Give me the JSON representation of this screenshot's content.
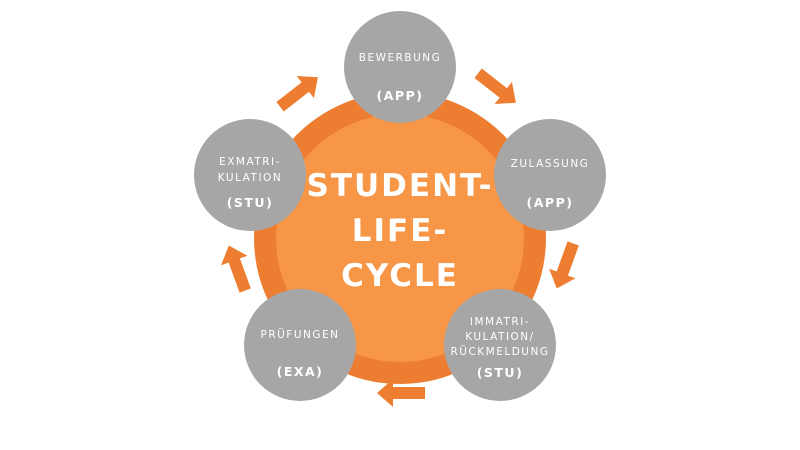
{
  "center": {
    "lines": [
      "STUDENT-",
      "LIFE-",
      "CYCLE"
    ]
  },
  "nodes": [
    {
      "id": "bewerbung",
      "label_lines": [
        "BEWERBUNG"
      ],
      "abbr": "(APP)"
    },
    {
      "id": "zulassung",
      "label_lines": [
        "ZULASSUNG"
      ],
      "abbr": "(APP)"
    },
    {
      "id": "immatrikulation",
      "label_lines": [
        "IMMATRI-",
        "KULATION/",
        "RÜCKMELDUNG"
      ],
      "abbr": "(STU)"
    },
    {
      "id": "pruefungen",
      "label_lines": [
        "PRÜFUNGEN"
      ],
      "abbr": "(EXA)"
    },
    {
      "id": "exmatrikulation",
      "label_lines": [
        "EXMATRI-",
        "KULATION"
      ],
      "abbr": "(STU)"
    }
  ],
  "colors": {
    "outer_ring": "#ed7d31",
    "inner_circle": "#f79646",
    "node_fill": "#a6a6a6",
    "arrow": "#ed7d31",
    "text": "#ffffff"
  }
}
